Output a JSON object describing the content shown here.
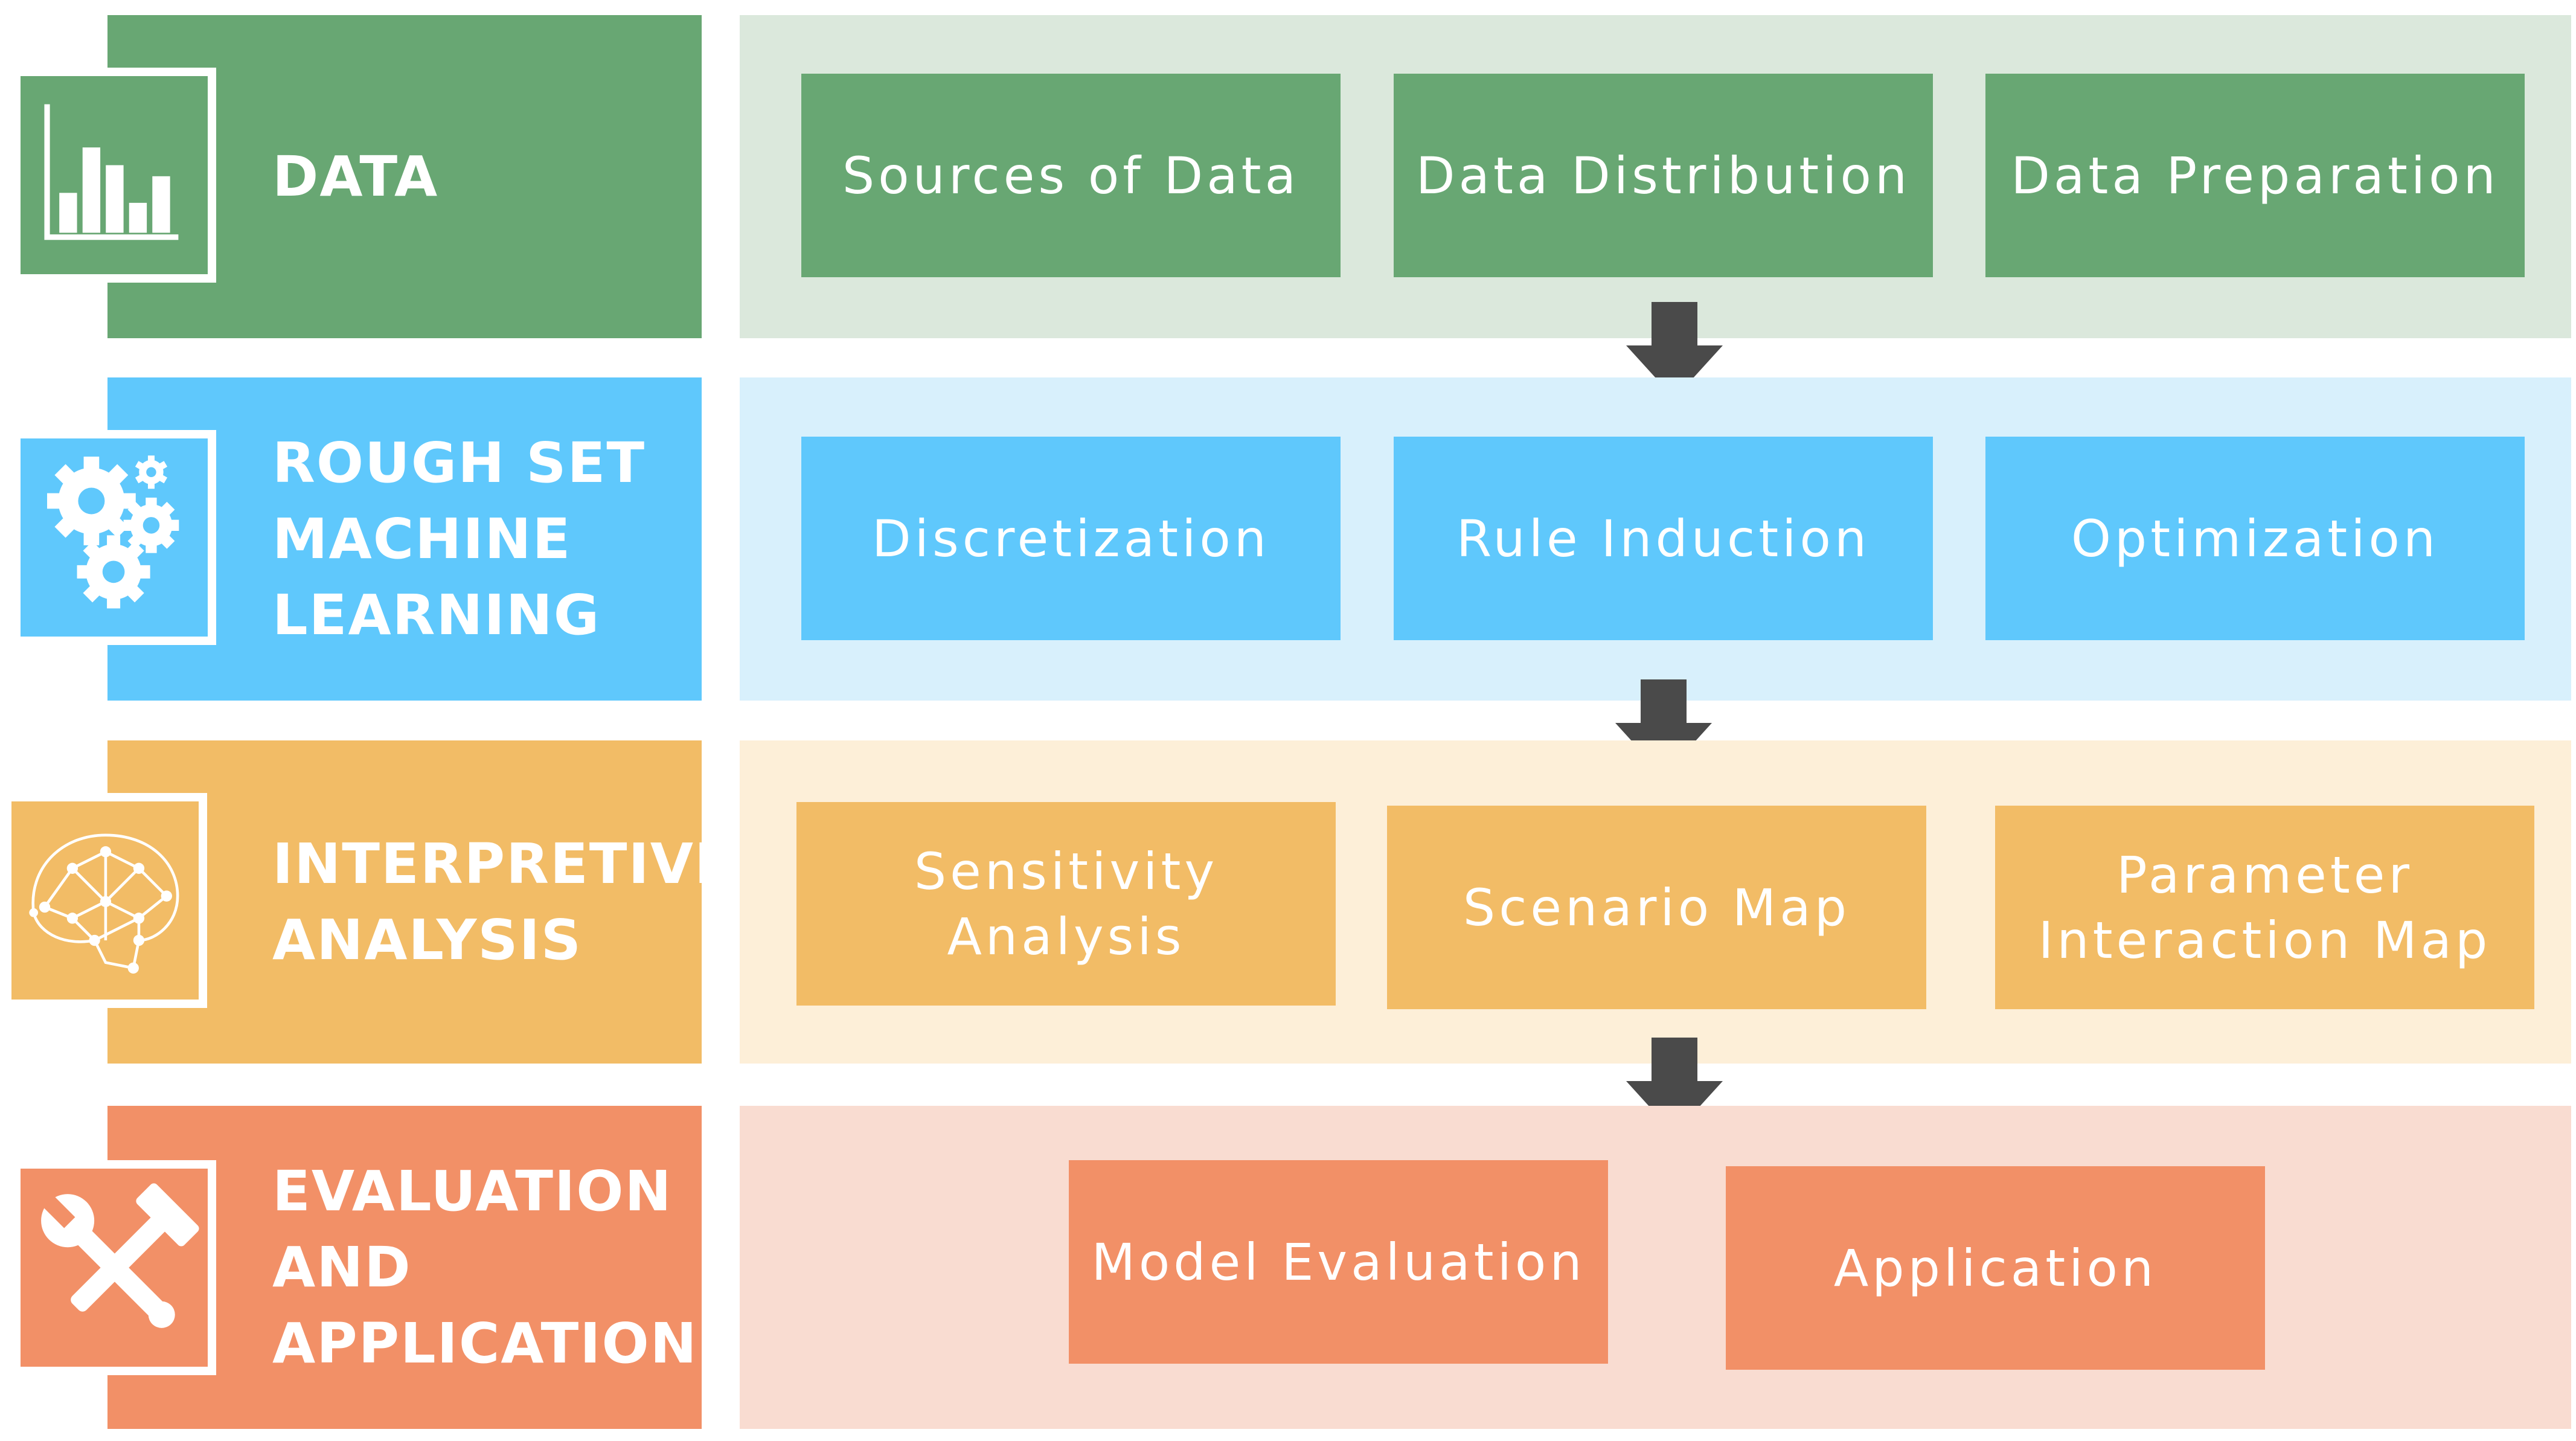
{
  "colors": {
    "data": "#68a773",
    "data_panel": "#dbe8dc",
    "rough_set": "#5fc8fc",
    "rough_set_panel": "#d8f0fc",
    "interpretive": "#f2bc66",
    "interpretive_panel": "#fdefd8",
    "evaluation": "#f29067",
    "evaluation_panel": "#f9dcd1",
    "arrow": "#4a4a4a"
  },
  "stages": [
    {
      "title": "DATA",
      "icon": "bar-chart-icon",
      "steps": [
        "Sources of Data",
        "Data Distribution",
        "Data Preparation"
      ]
    },
    {
      "title": "ROUGH SET\nMACHINE\nLEARNING",
      "icon": "gears-icon",
      "steps": [
        "Discretization",
        "Rule Induction",
        "Optimization"
      ]
    },
    {
      "title": "INTERPRETIVE\nANALYSIS",
      "icon": "brain-network-icon",
      "steps": [
        "Sensitivity\nAnalysis",
        "Scenario Map",
        "Parameter\nInteraction Map"
      ]
    },
    {
      "title": "EVALUATION\nAND\nAPPLICATION",
      "icon": "tools-icon",
      "steps": [
        "Model Evaluation",
        "Application"
      ]
    }
  ]
}
